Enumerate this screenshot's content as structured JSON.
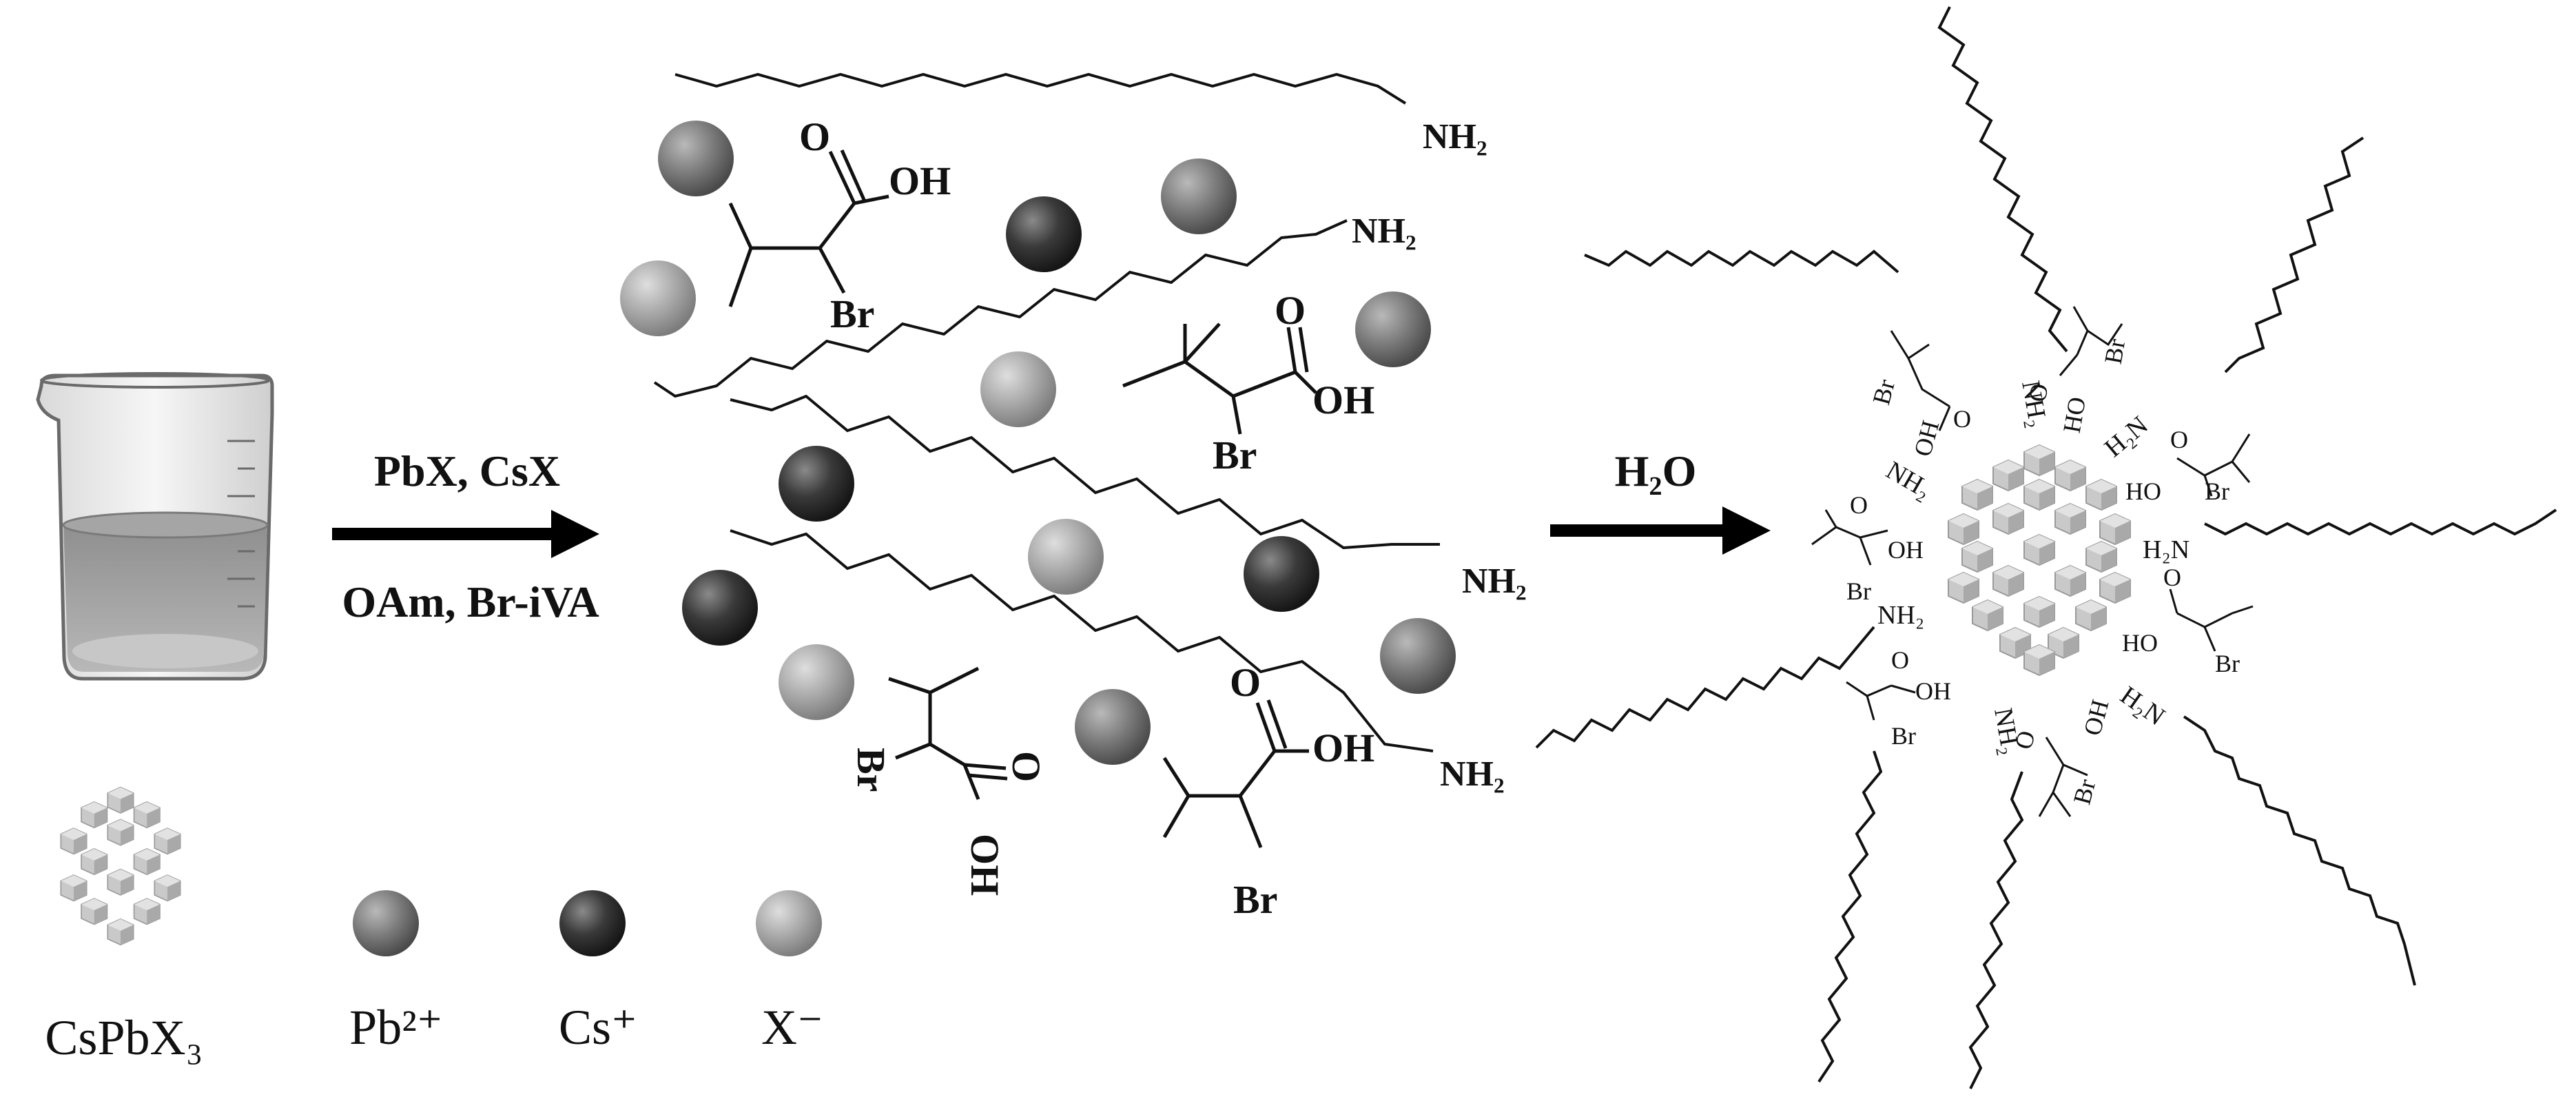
{
  "reaction": {
    "step1_top": "PbX, CsX",
    "step1_bottom": "OAm, Br-iVA",
    "step2": "H₂O"
  },
  "chem_labels": {
    "amine": "NH₂",
    "amine_left": "H₂N",
    "hydroxyl": "OH",
    "hydroxyl_left": "HO",
    "oxygen": "O",
    "bromine": "Br"
  },
  "legend": [
    {
      "label": "CsPbX₃"
    },
    {
      "label": "Pb²⁺"
    },
    {
      "label": "Cs⁺"
    },
    {
      "label": "X⁻"
    }
  ],
  "colors": {
    "pb_sphere": "#7a7a7a",
    "cs_sphere": "#3a3a3a",
    "x_sphere": "#a8a8a8",
    "crystal": "#b9b9b9",
    "liquid": "#9a9a9a"
  }
}
